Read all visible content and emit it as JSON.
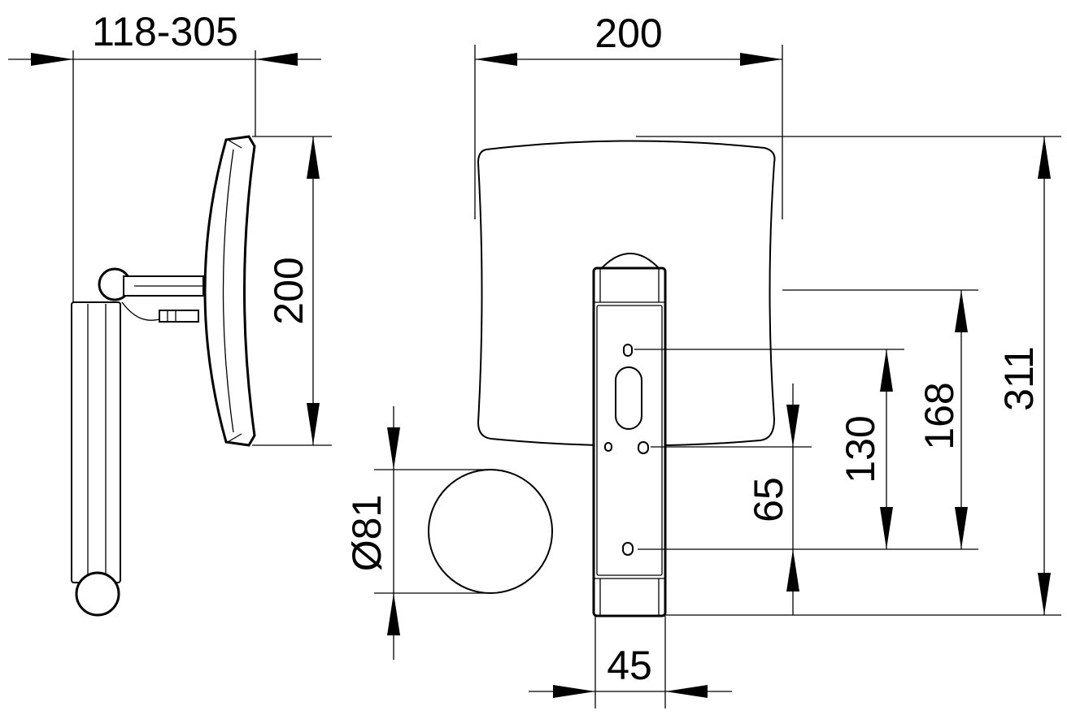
{
  "drawing": {
    "dimensions": {
      "projection_range": "118-305",
      "mirror_height_side": "200",
      "mirror_width": "200",
      "overall_height": "311",
      "mount_spacing_168": "168",
      "mount_spacing_130": "130",
      "mount_spacing_65": "65",
      "wall_rosette_diameter": "Ø81",
      "bracket_width": "45"
    }
  }
}
